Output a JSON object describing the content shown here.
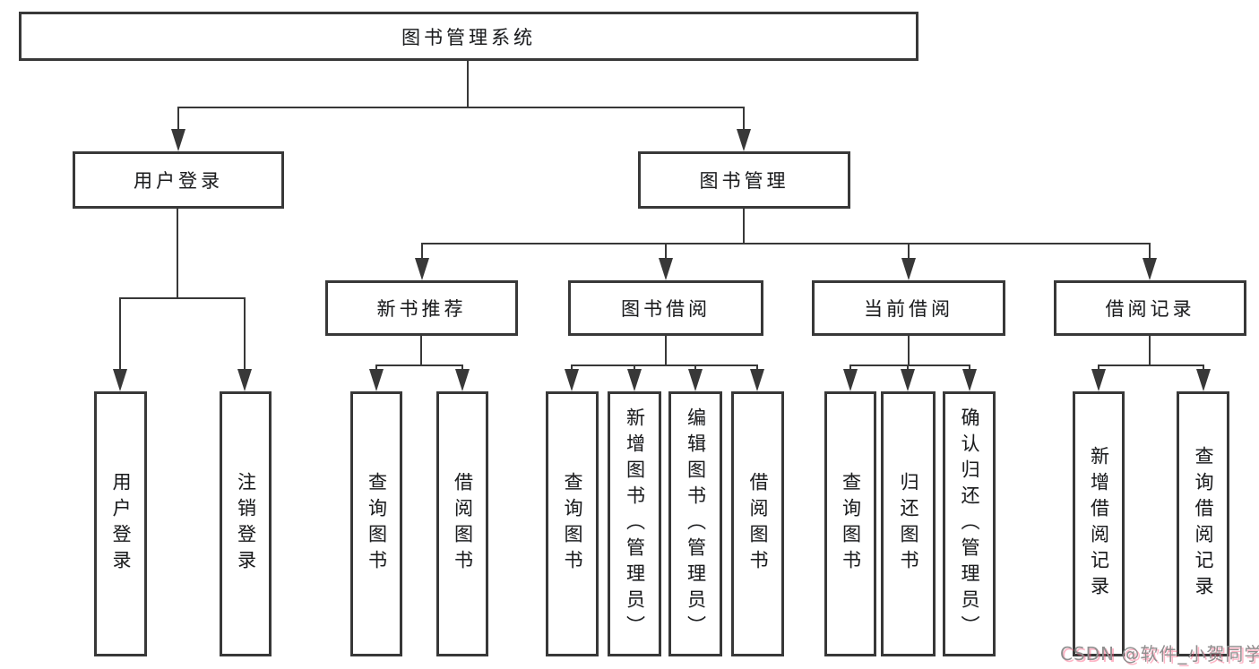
{
  "tree": {
    "label": "图书管理系统",
    "children": [
      {
        "label": "用户登录",
        "children": [
          {
            "label": "用户登录"
          },
          {
            "label": "注销登录"
          }
        ]
      },
      {
        "label": "图书管理",
        "children": [
          {
            "label": "新书推荐",
            "children": [
              {
                "label": "查询图书"
              },
              {
                "label": "借阅图书"
              }
            ]
          },
          {
            "label": "图书借阅",
            "children": [
              {
                "label": "查询图书"
              },
              {
                "label": "新增图书（管理员）"
              },
              {
                "label": "编辑图书（管理员）"
              },
              {
                "label": "借阅图书"
              }
            ]
          },
          {
            "label": "当前借阅",
            "children": [
              {
                "label": "查询图书"
              },
              {
                "label": "归还图书"
              },
              {
                "label": "确认归还（管理员）"
              }
            ]
          },
          {
            "label": "借阅记录",
            "children": [
              {
                "label": "新增借阅记录"
              },
              {
                "label": "查询借阅记录"
              }
            ]
          }
        ]
      }
    ]
  },
  "watermark": {
    "text": "CSDN @软件_小贺同学"
  },
  "colors": {
    "background": "#ffffff",
    "line": "#383838",
    "box_border": "#383838",
    "text": "#1c1c1c",
    "watermark_text": "#8f8f8f",
    "watermark_shadow": "#fc5c81"
  }
}
